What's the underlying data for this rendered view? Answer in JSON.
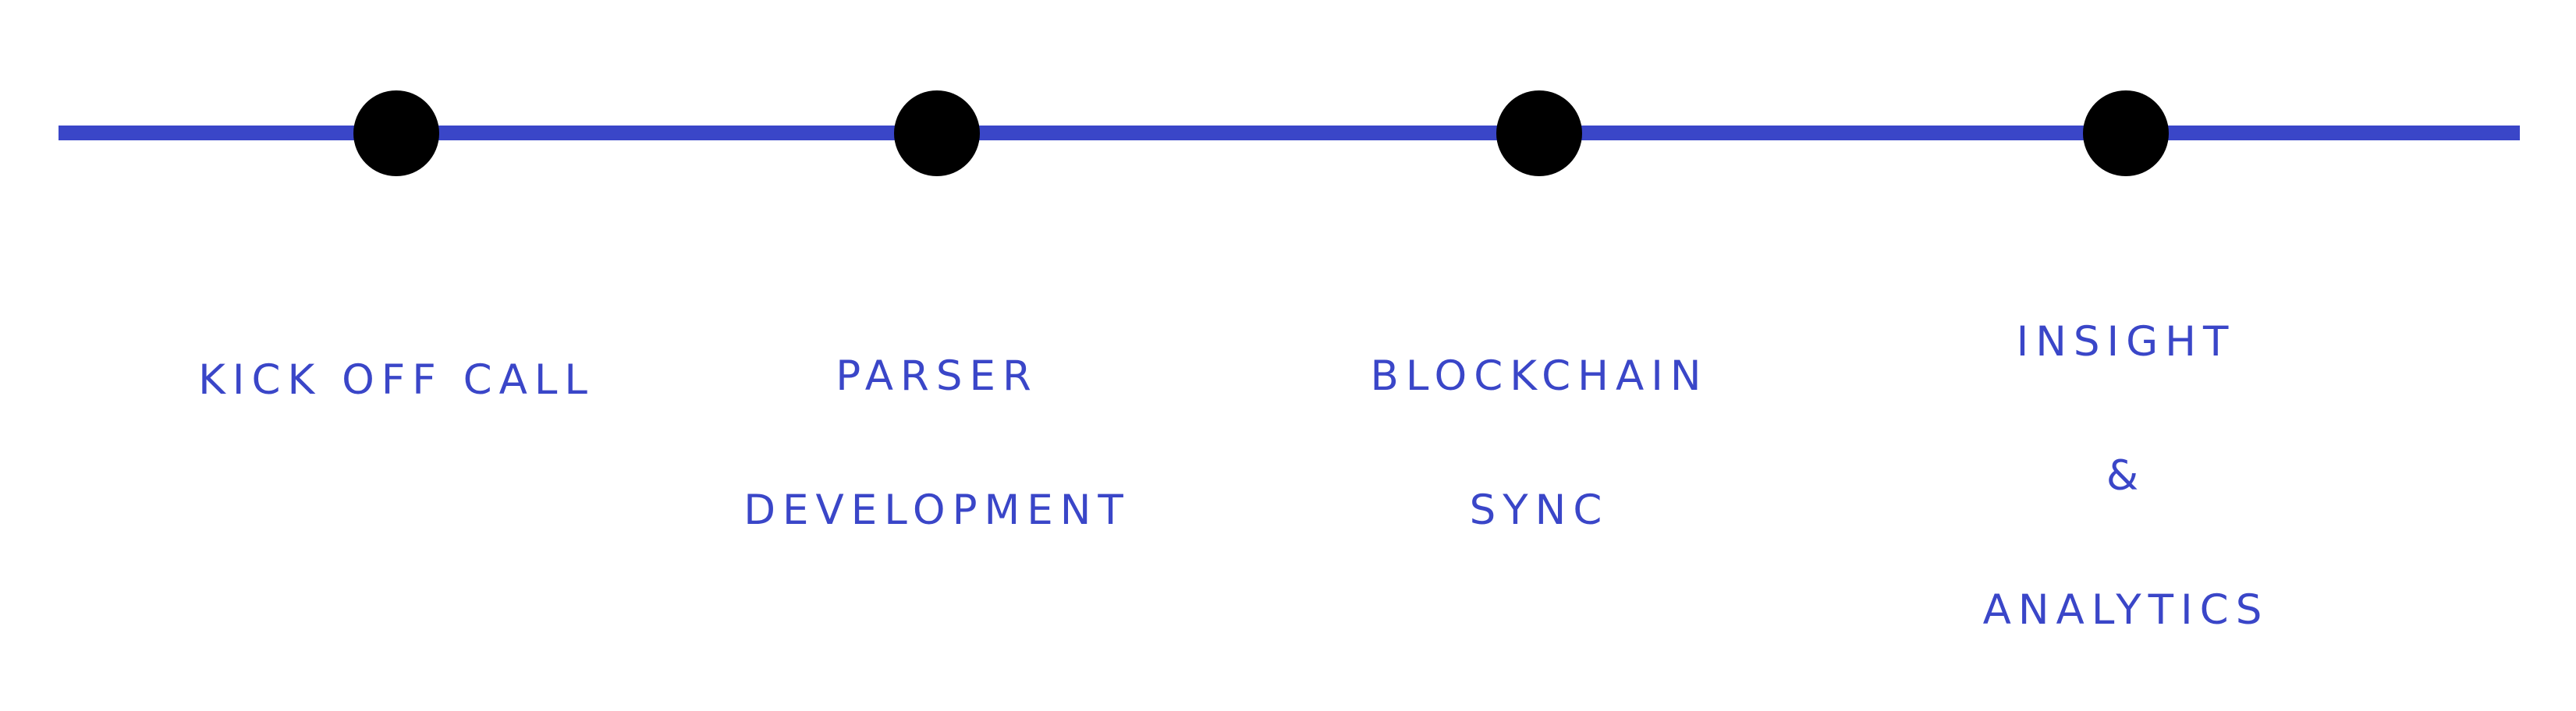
{
  "theme": {
    "line_color": "#3a46c8",
    "dot_color": "#000000",
    "label_color": "#3a46c8"
  },
  "milestones": [
    {
      "lines": [
        "KICK OFF CALL"
      ]
    },
    {
      "lines": [
        "PARSER",
        "DEVELOPMENT"
      ]
    },
    {
      "lines": [
        "BLOCKCHAIN",
        "SYNC"
      ]
    },
    {
      "lines": [
        "INSIGHT",
        "&",
        "ANALYTICS"
      ]
    }
  ]
}
